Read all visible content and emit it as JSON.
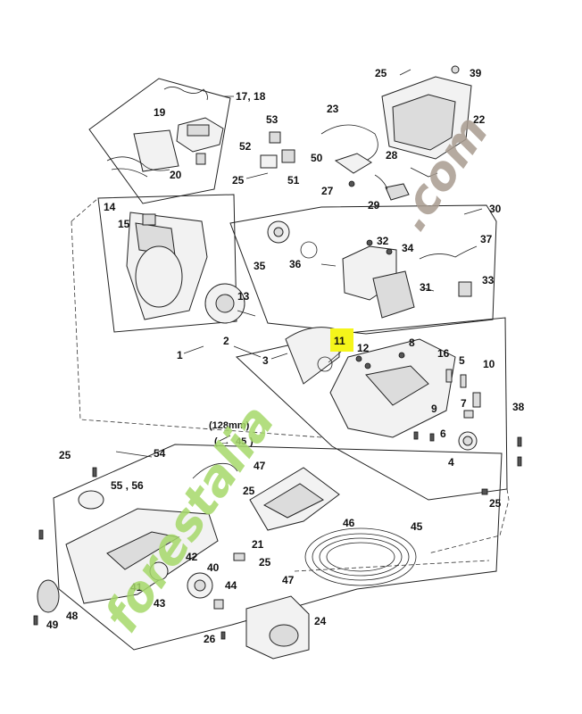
{
  "watermark": {
    "text_main": "forestalia",
    "text_com": ".com",
    "color_main": "#a6d86a",
    "color_com": "#a89b8f"
  },
  "highlight_color": "#f5f51a",
  "dimension_label": "(128mm)",
  "dimension_ref": "45",
  "callouts": {
    "c1": "1",
    "c2": "2",
    "c3": "3",
    "c4": "4",
    "c5": "5",
    "c6": "6",
    "c7": "7",
    "c8": "8",
    "c9": "9",
    "c10": "10",
    "c11": "11",
    "c12": "12",
    "c13": "13",
    "c14": "14",
    "c15": "15",
    "c16": "16",
    "c17_18": "17, 18",
    "c19": "19",
    "c20": "20",
    "c21": "21",
    "c22": "22",
    "c23": "23",
    "c24": "24",
    "c25": "25",
    "c26": "26",
    "c27": "27",
    "c28": "28",
    "c29": "29",
    "c30": "30",
    "c31": "31",
    "c32": "32",
    "c33": "33",
    "c34": "34",
    "c35": "35",
    "c36": "36",
    "c37": "37",
    "c38": "38",
    "c39": "39",
    "c40": "40",
    "c41": "41",
    "c42": "42",
    "c43": "43",
    "c44": "44",
    "c45": "45",
    "c46": "46",
    "c47": "47",
    "c48": "48",
    "c49": "49",
    "c50": "50",
    "c51": "51",
    "c52": "52",
    "c53": "53",
    "c54": "54",
    "c55_56": "55 , 56"
  }
}
